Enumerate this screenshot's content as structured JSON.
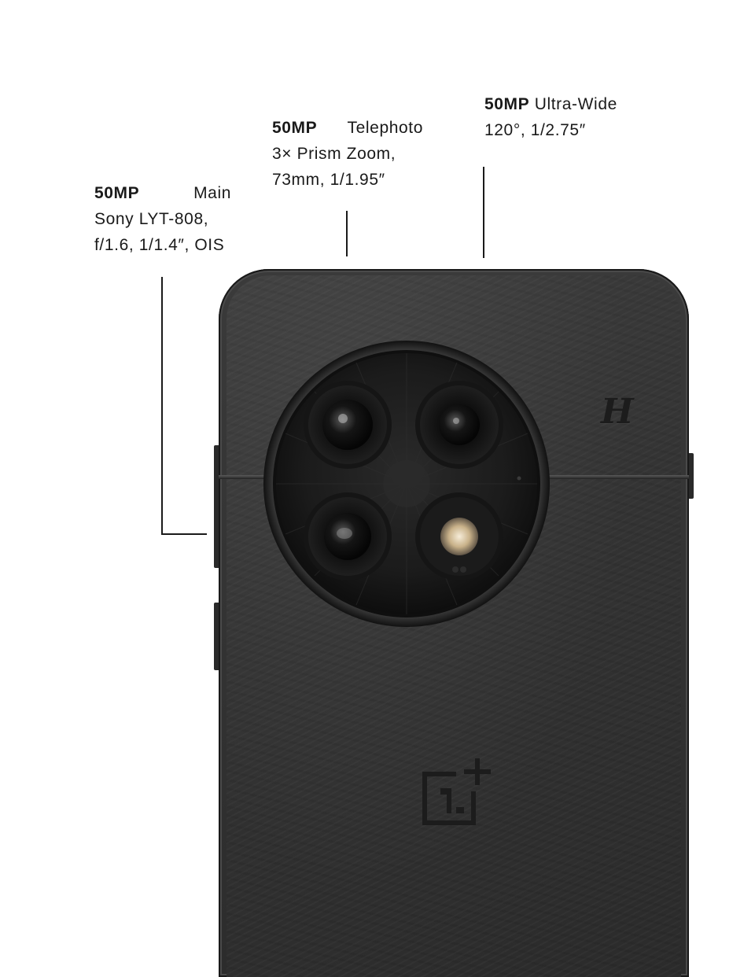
{
  "annotations": {
    "main": {
      "spec": "50MP",
      "line1_rest": "Main",
      "line2": "Sony LYT-808,",
      "line3": "f/1.6, 1/1.4″, OIS"
    },
    "telephoto": {
      "spec": "50MP",
      "line1_rest": "Telephoto",
      "line2": "3× Prism Zoom,",
      "line3": "73mm, 1/1.95″"
    },
    "ultrawide": {
      "spec": "50MP",
      "line1_rest": "Ultra-Wide",
      "line2": "120°, 1/2.75″"
    }
  },
  "phone": {
    "brand_logo": "oneplus-logo",
    "camera_badge": "H",
    "colors": {
      "body": "#333333",
      "camera_ring": "#1c1c1c",
      "background": "#ffffff"
    }
  }
}
